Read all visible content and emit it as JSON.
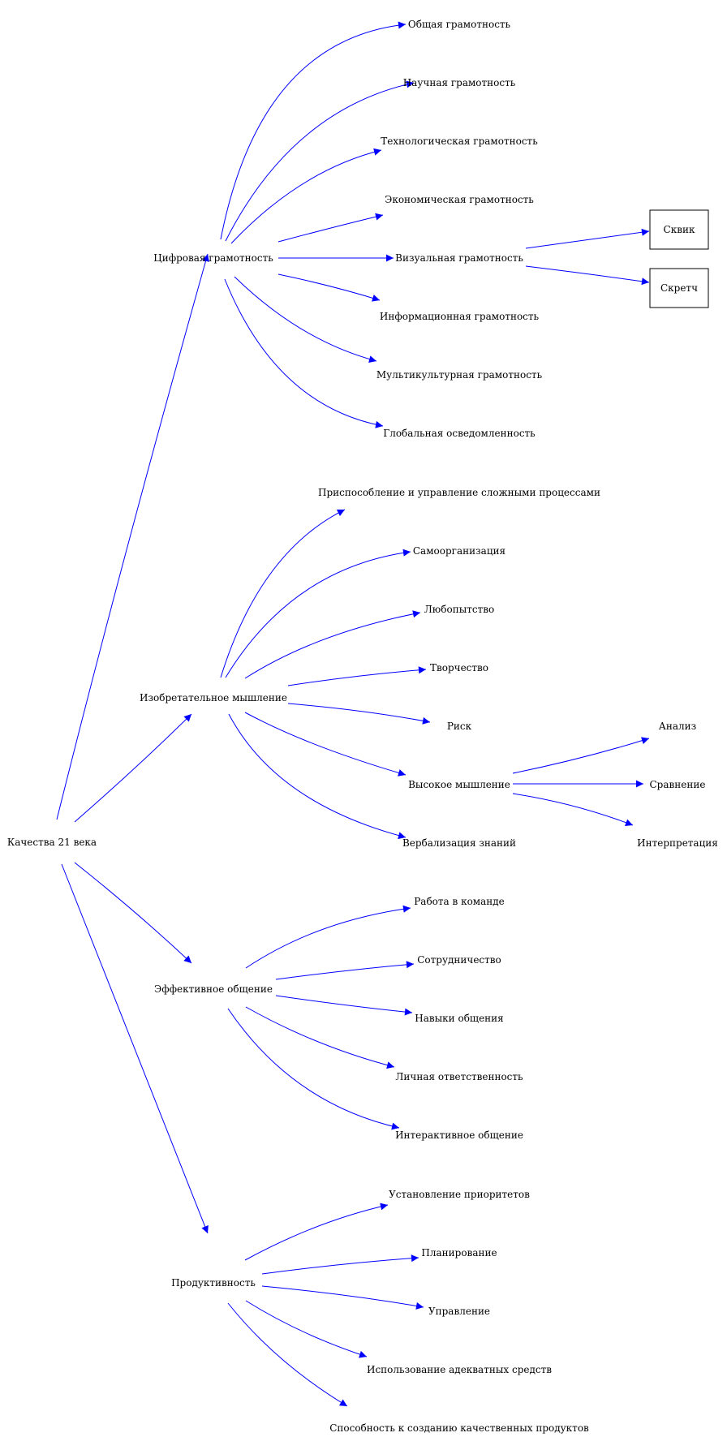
{
  "colors": {
    "edge": "#0000ff",
    "text": "#000000",
    "box_border": "#000000",
    "background": "#ffffff"
  },
  "nodes": {
    "root": "Качества 21 века",
    "digital": "Цифровая грамотность",
    "general": "Общая грамотность",
    "science": "Научная грамотность",
    "tech": "Технологическая грамотность",
    "econ": "Экономическая грамотность",
    "visual": "Визуальная грамотность",
    "info": "Информационная грамотность",
    "multi": "Мультикультурная грамотность",
    "global": "Глобальная осведомленность",
    "squeak": "Сквик",
    "scratch": "Скретч",
    "inventive": "Изобретательное мышление",
    "adapt": "Приспособление и управление сложными процессами",
    "selforg": "Самоорганизация",
    "curiosity": "Любопытство",
    "creativity": "Творчество",
    "risk": "Риск",
    "highthink": "Высокое мышление",
    "verbal": "Вербализация знаний",
    "analysis": "Анализ",
    "compare": "Сравнение",
    "interp": "Интерпретация",
    "comm": "Эффективное общение",
    "team": "Работа в команде",
    "coop": "Сотрудничество",
    "commskills": "Навыки общения",
    "personal": "Личная ответственность",
    "interactive": "Интерактивное общение",
    "prod": "Продуктивность",
    "priorities": "Установление приоритетов",
    "planning": "Планирование",
    "management": "Управление",
    "tools": "Использование адекватных средств",
    "quality": "Способность к созданию качественных продуктов"
  }
}
